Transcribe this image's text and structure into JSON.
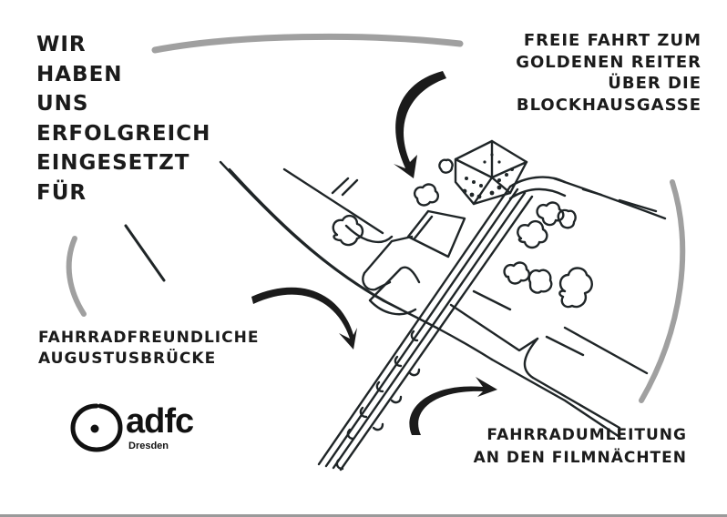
{
  "poster": {
    "main_claim": [
      "WIR",
      "HABEN",
      "UNS",
      "ERFOLGREICH",
      "EINGESETZT",
      "FÜR"
    ],
    "callouts": {
      "top_right": [
        "FREIE FAHRT ZUM",
        "GOLDENEN REITER",
        "ÜBER DIE",
        "BLOCKHAUSGASSE"
      ],
      "left": [
        "FAHRRADFREUNDLICHE",
        "AUGUSTUSBRÜCKE"
      ],
      "bottom_right": [
        "FAHRRADUMLEITUNG",
        "AN DEN FILMNÄCHTEN"
      ]
    },
    "logo": {
      "wordmark": "adfc",
      "city": "Dresden",
      "icon": "wheel-icon"
    },
    "colors": {
      "text": "#1b1b1b",
      "sketch_line": "#1f2527",
      "accent_stroke": "#9e9e9e",
      "background": "#ffffff"
    }
  }
}
